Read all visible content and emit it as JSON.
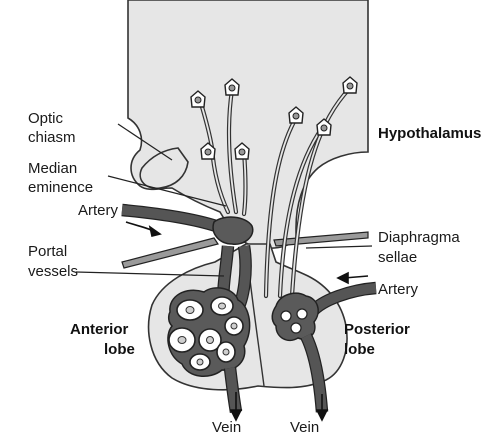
{
  "labels": {
    "optic_chiasm_1": "Optic",
    "optic_chiasm_2": "chiasm",
    "median_eminence_1": "Median",
    "median_eminence_2": "eminence",
    "artery_left": "Artery",
    "portal_vessels_1": "Portal",
    "portal_vessels_2": "vessels",
    "anterior_lobe_1": "Anterior",
    "anterior_lobe_2": "lobe",
    "hypothalamus": "Hypothalamus",
    "diaphragma_sellae_1": "Diaphragma",
    "diaphragma_sellae_2": "sellae",
    "artery_right": "Artery",
    "posterior_lobe_1": "Posterior",
    "posterior_lobe_2": "lobe",
    "vein_left": "Vein",
    "vein_right": "Vein"
  },
  "colors": {
    "tissue": "#e6e6e6",
    "vessel": "#555555",
    "outline": "#222222"
  }
}
